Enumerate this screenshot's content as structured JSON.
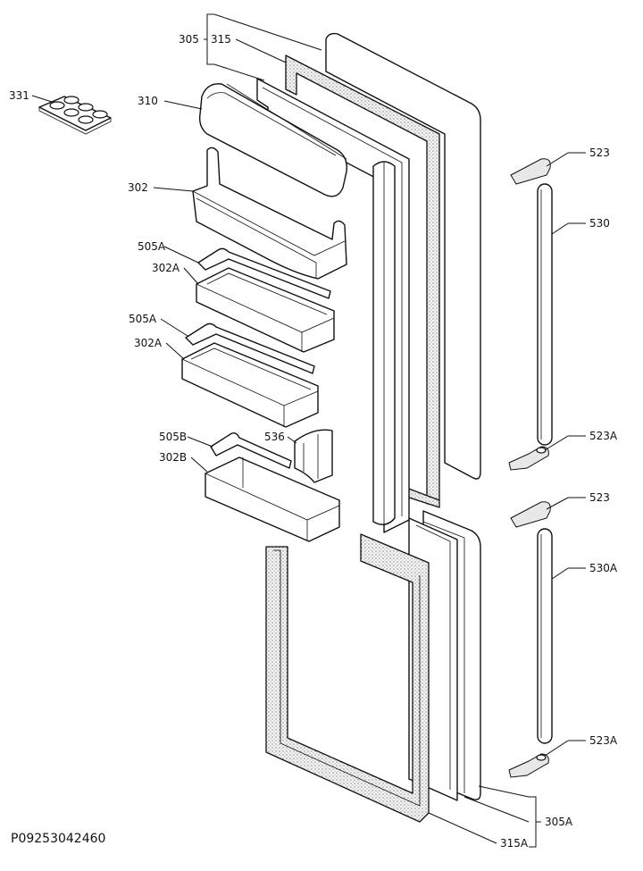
{
  "diagram": {
    "document_number": "P09253042460",
    "labels": {
      "p305": "305",
      "p315": "315",
      "p331": "331",
      "p310": "310",
      "p302": "302",
      "p505a_1": "505A",
      "p302a_1": "302A",
      "p505a_2": "505A",
      "p302a_2": "302A",
      "p505b": "505B",
      "p302b": "302B",
      "p536": "536",
      "p523_1": "523",
      "p530": "530",
      "p523a_1": "523A",
      "p523_2": "523",
      "p530a": "530A",
      "p523a_2": "523A",
      "p305a": "305A",
      "p315a": "315A"
    }
  }
}
